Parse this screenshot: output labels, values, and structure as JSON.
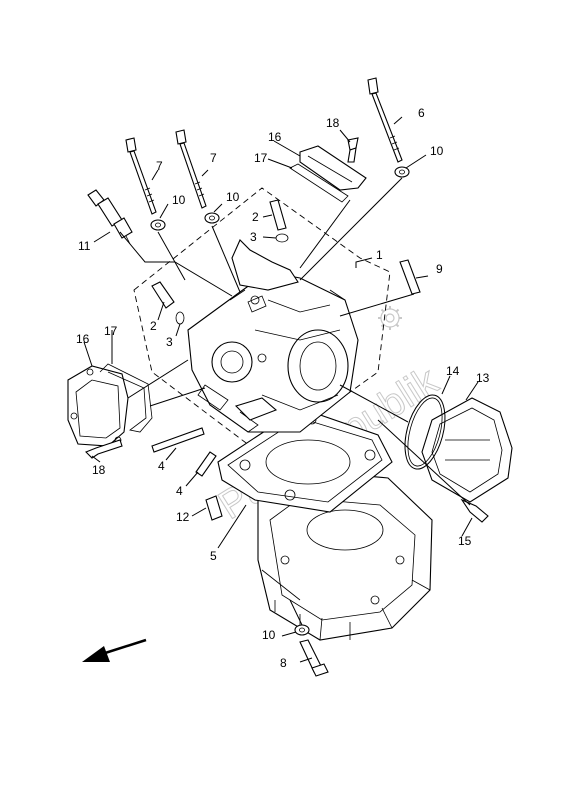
{
  "watermark": "PartsRepublik",
  "callouts": [
    {
      "id": "c1",
      "text": "1"
    },
    {
      "id": "c2a",
      "text": "2"
    },
    {
      "id": "c2b",
      "text": "2"
    },
    {
      "id": "c3a",
      "text": "3"
    },
    {
      "id": "c3b",
      "text": "3"
    },
    {
      "id": "c4a",
      "text": "4"
    },
    {
      "id": "c4b",
      "text": "4"
    },
    {
      "id": "c5",
      "text": "5"
    },
    {
      "id": "c6",
      "text": "6"
    },
    {
      "id": "c7a",
      "text": "7"
    },
    {
      "id": "c7b",
      "text": "7"
    },
    {
      "id": "c8",
      "text": "8"
    },
    {
      "id": "c9",
      "text": "9"
    },
    {
      "id": "c10a",
      "text": "10"
    },
    {
      "id": "c10b",
      "text": "10"
    },
    {
      "id": "c10c",
      "text": "10"
    },
    {
      "id": "c10d",
      "text": "10"
    },
    {
      "id": "c11",
      "text": "11"
    },
    {
      "id": "c12",
      "text": "12"
    },
    {
      "id": "c13",
      "text": "13"
    },
    {
      "id": "c14",
      "text": "14"
    },
    {
      "id": "c15",
      "text": "15"
    },
    {
      "id": "c16a",
      "text": "16"
    },
    {
      "id": "c16b",
      "text": "16"
    },
    {
      "id": "c17a",
      "text": "17"
    },
    {
      "id": "c17b",
      "text": "17"
    },
    {
      "id": "c18a",
      "text": "18"
    },
    {
      "id": "c18b",
      "text": "18"
    }
  ],
  "icons": {
    "direction_arrow": "arrow-left-down-icon",
    "gear_logo": "gear-icon"
  }
}
